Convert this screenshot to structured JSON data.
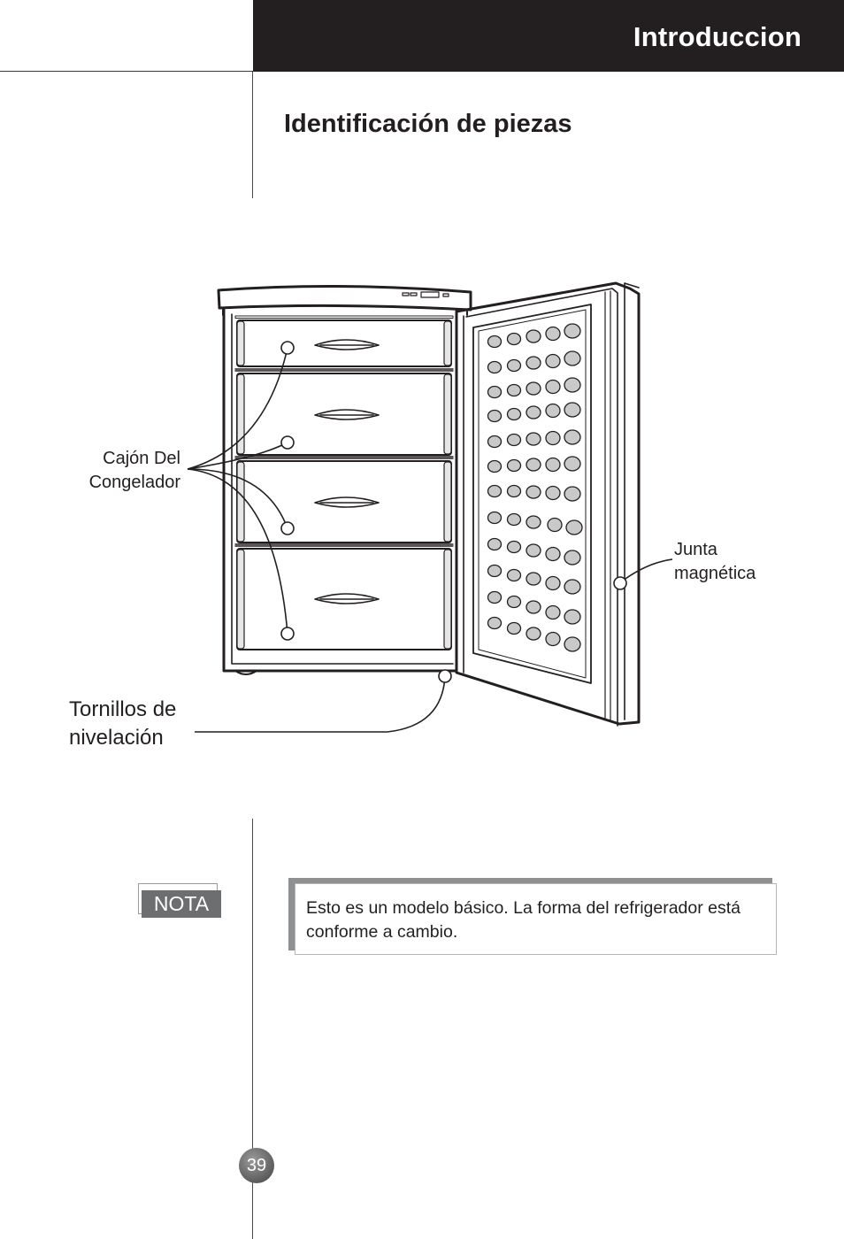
{
  "header": {
    "title": "Introduccion"
  },
  "section": {
    "title": "Identificación de piezas"
  },
  "labels": {
    "drawer": "Cajón Del Congelador",
    "gasket": "Junta magnética",
    "screws": "Tornillos de nivelación"
  },
  "note": {
    "badge": "NOTA",
    "text": "Esto es un modelo básico.  La forma del refrigerador está conforme a cambio."
  },
  "page": {
    "number": "39"
  }
}
